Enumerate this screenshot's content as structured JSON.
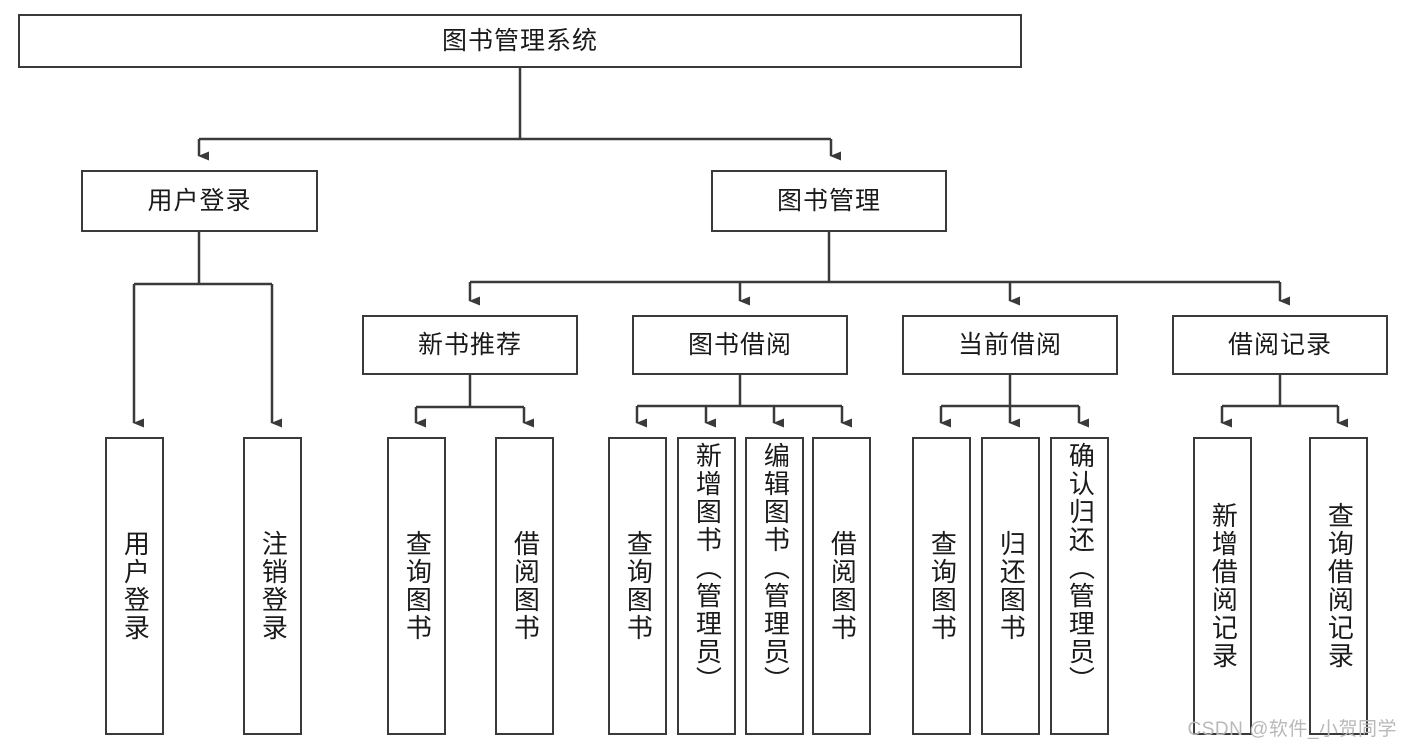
{
  "diagram": {
    "title": "图书管理系统",
    "type": "tree-hierarchy-chart",
    "root": {
      "label": "图书管理系统"
    },
    "level2": [
      {
        "label": "用户登录"
      },
      {
        "label": "图书管理"
      }
    ],
    "level3": [
      {
        "label": "新书推荐"
      },
      {
        "label": "图书借阅"
      },
      {
        "label": "当前借阅"
      },
      {
        "label": "借阅记录"
      }
    ],
    "leaves": {
      "user_login": [
        {
          "label": "用户登录"
        },
        {
          "label": "注销登录"
        }
      ],
      "new_book_recommend": [
        {
          "label": "查询图书"
        },
        {
          "label": "借阅图书"
        }
      ],
      "book_borrow": [
        {
          "label": "查询图书"
        },
        {
          "label": "新增图书（管理员）"
        },
        {
          "label": "编辑图书（管理员）"
        },
        {
          "label": "借阅图书"
        }
      ],
      "current_borrow": [
        {
          "label": "查询图书"
        },
        {
          "label": "归还图书"
        },
        {
          "label": "确认归还（管理员）"
        }
      ],
      "borrow_record": [
        {
          "label": "新增借阅记录"
        },
        {
          "label": "查询借阅记录"
        }
      ]
    }
  },
  "watermark": {
    "text": "CSDN @软件_小贺同学"
  },
  "colors": {
    "border": "#3a3a3a",
    "text": "#1a1a1a",
    "background": "#ffffff",
    "watermark": "#b9b9b9"
  }
}
